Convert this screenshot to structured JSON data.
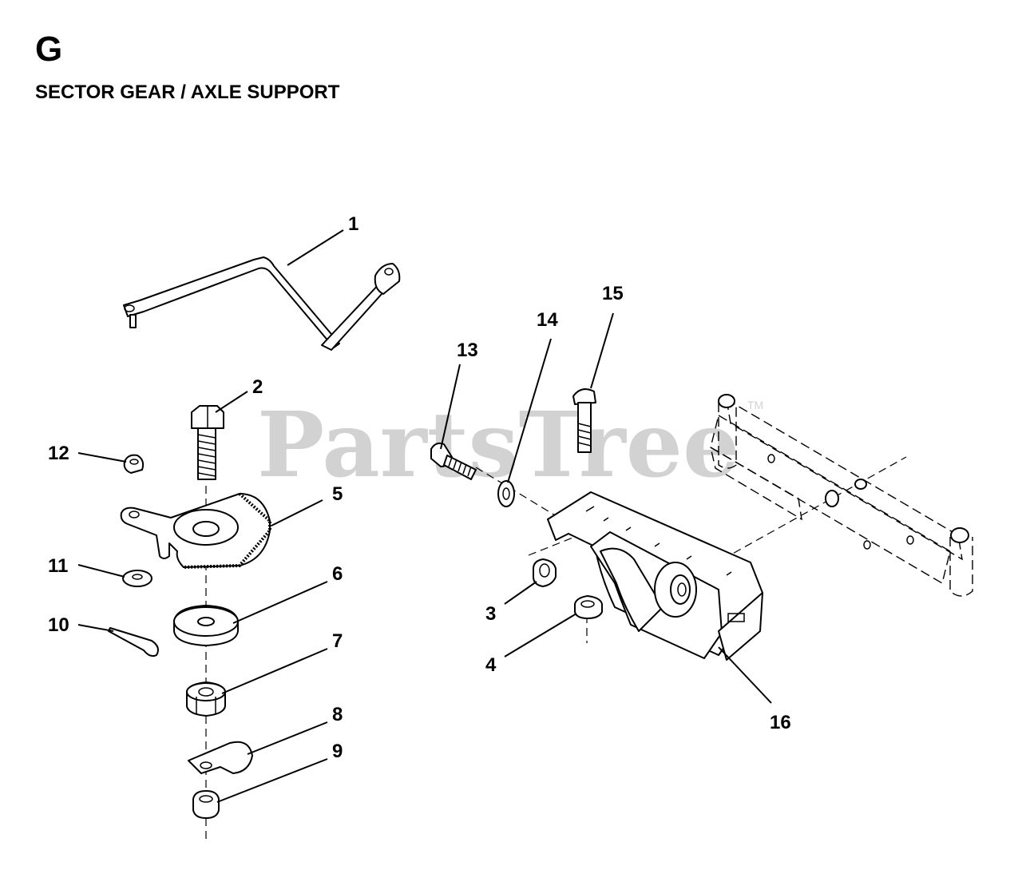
{
  "section": {
    "letter": "G",
    "title": "SECTOR GEAR / AXLE SUPPORT"
  },
  "watermark": {
    "text": "PartsTree",
    "trademark": "TM"
  },
  "callouts": [
    "1",
    "2",
    "3",
    "4",
    "5",
    "6",
    "7",
    "8",
    "9",
    "10",
    "11",
    "12",
    "13",
    "14",
    "15",
    "16"
  ]
}
